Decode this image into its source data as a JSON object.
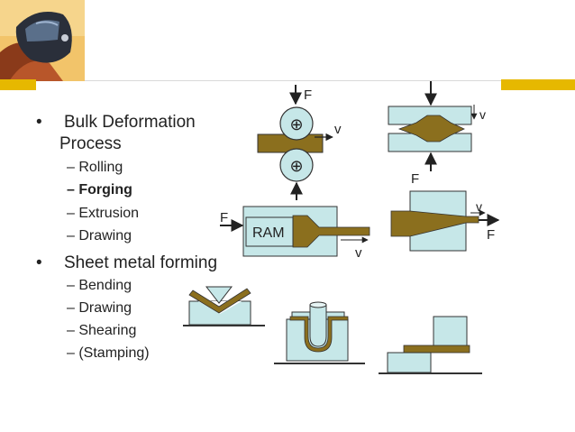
{
  "bullets": {
    "bulk_bullet": "•",
    "bulk_line1": "Bulk Deformation",
    "bulk_line2": "Process",
    "bulk_items": [
      "– Rolling",
      "– Forging",
      "– Extrusion",
      "– Drawing"
    ],
    "sheet_bullet": "•",
    "sheet_title": "Sheet metal forming",
    "sheet_items": [
      "– Bending",
      "– Drawing",
      "– Shearing",
      "– (Stamping)"
    ]
  },
  "labels": {
    "rolling_force": "F",
    "rolling_velocity": "v",
    "forging_velocity": "v",
    "forging_force": "F",
    "extrusion_force": "F",
    "ram": "RAM",
    "extrusion_velocity": "v",
    "drawing_velocity": "v",
    "drawing_force": "F",
    "roller_symbol": "⊕"
  },
  "colors": {
    "die": "#c6e7e8",
    "metal": "#8b6f1e",
    "gold": "#e6b800",
    "stroke": "#333333"
  }
}
